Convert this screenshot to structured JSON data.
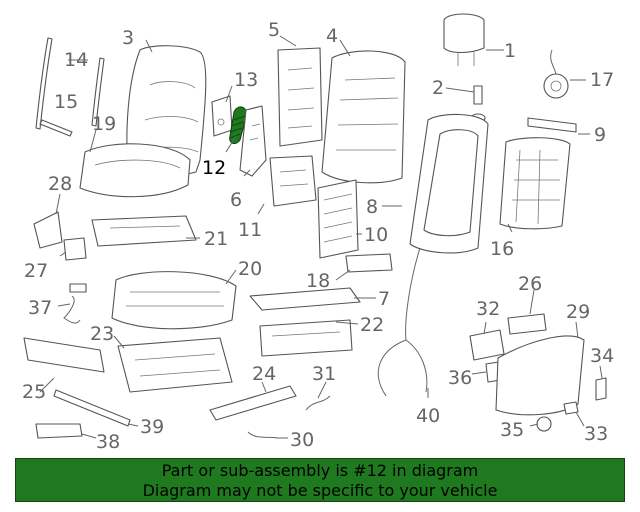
{
  "diagram": {
    "callouts": [
      "1",
      "2",
      "3",
      "4",
      "5",
      "6",
      "7",
      "8",
      "9",
      "10",
      "11",
      "12",
      "13",
      "14",
      "15",
      "16",
      "17",
      "18",
      "19",
      "20",
      "21",
      "22",
      "23",
      "24",
      "25",
      "26",
      "27",
      "28",
      "29",
      "30",
      "31",
      "32",
      "33",
      "34",
      "35",
      "36",
      "37",
      "38",
      "39",
      "40"
    ],
    "highlighted_callout": "12",
    "colors": {
      "highlight": "#1f7a1f",
      "line": "#555555",
      "banner": "#1f7a1f"
    }
  },
  "banner": {
    "line1": "Part or sub-assembly is #12 in diagram",
    "line2": "Diagram may not be specific to your vehicle"
  }
}
